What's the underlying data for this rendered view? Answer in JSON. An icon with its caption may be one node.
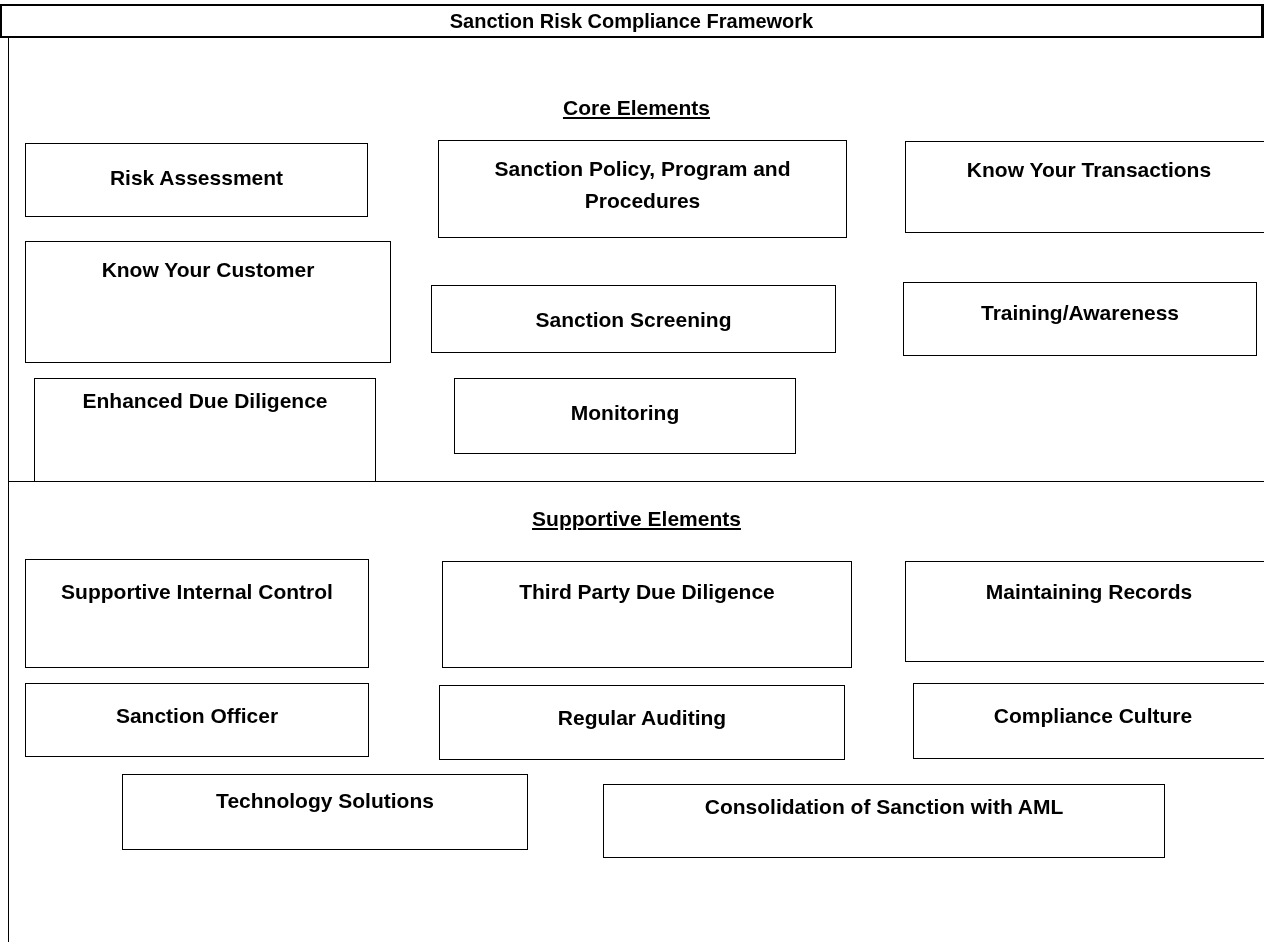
{
  "diagram": {
    "title": "Sanction Risk Compliance Framework",
    "nodes": [
      {
        "text": [
          "Core Elements"
        ]
      },
      {
        "text": [
          "Risk Assessment"
        ],
        "in": 0
      },
      {
        "text": [
          "Sanction Policy, Program and Procedures"
        ],
        "in": 0
      },
      {
        "text": [
          "Know Your Transactions"
        ],
        "in": 0
      },
      {
        "text": [
          "Know Your Customer"
        ],
        "in": 0
      },
      {
        "text": [
          "Sanction Screening"
        ],
        "in": 0
      },
      {
        "text": [
          "Training/Awareness"
        ],
        "in": 0
      },
      {
        "text": [
          "Enhanced Due Diligence"
        ],
        "in": 0
      },
      {
        "text": [
          "Monitoring"
        ],
        "in": 0
      },
      {
        "text": [
          "Supportive Elements"
        ]
      },
      {
        "text": [
          "Supportive Internal Control"
        ],
        "in": 9
      },
      {
        "text": [
          "Third Party Due Diligence"
        ],
        "in": 9
      },
      {
        "text": [
          "Maintaining Records"
        ],
        "in": 9
      },
      {
        "text": [
          "Sanction Officer"
        ],
        "in": 9
      },
      {
        "text": [
          "Regular Auditing"
        ],
        "in": 9
      },
      {
        "text": [
          "Compliance Culture"
        ],
        "in": 9
      },
      {
        "text": [
          "Technology Solutions"
        ],
        "in": 9
      },
      {
        "text": [
          "Consolidation of Sanction with AML"
        ],
        "in": 9
      }
    ],
    "edges": []
  }
}
